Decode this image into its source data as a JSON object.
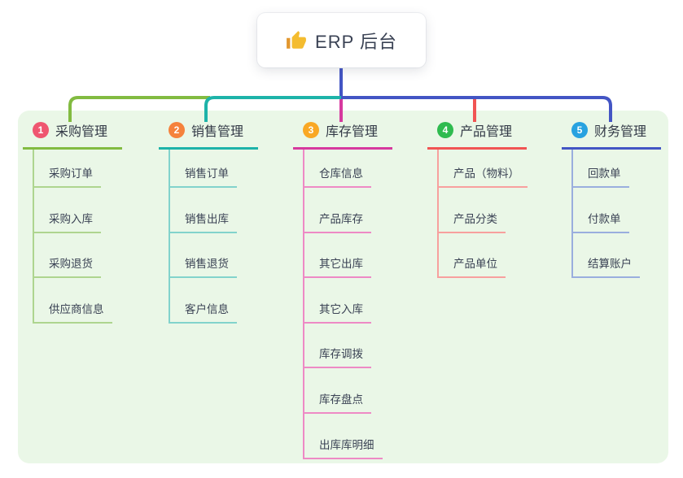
{
  "root": {
    "label": "ERP 后台",
    "icon": "thumbs-up-icon"
  },
  "colors": {
    "page_bg": "#ffffff",
    "panel_bg": "#eaf7e7",
    "root_line_color": "#4355c4",
    "root_card_bg": "#ffffff",
    "text_dark": "#3a4254"
  },
  "branches": [
    {
      "index": "1",
      "label": "采购管理",
      "badge_color": "#ef5670",
      "line_color": "#82bb41",
      "child_line_color": "#aed58f",
      "children": [
        "采购订单",
        "采购入库",
        "采购退货",
        "供应商信息"
      ]
    },
    {
      "index": "2",
      "label": "销售管理",
      "badge_color": "#f5823c",
      "line_color": "#1db3a9",
      "child_line_color": "#82d3cc",
      "children": [
        "销售订单",
        "销售出库",
        "销售退货",
        "客户信息"
      ]
    },
    {
      "index": "3",
      "label": "库存管理",
      "badge_color": "#f9a825",
      "line_color": "#d6399e",
      "child_line_color": "#ee8ac5",
      "children": [
        "仓库信息",
        "产品库存",
        "其它出库",
        "其它入库",
        "库存调拨",
        "库存盘点",
        "出库库明细"
      ]
    },
    {
      "index": "4",
      "label": "产品管理",
      "badge_color": "#2fbb4f",
      "line_color": "#f15453",
      "child_line_color": "#f8a09e",
      "children": [
        "产品（物料）",
        "产品分类",
        "产品单位"
      ]
    },
    {
      "index": "5",
      "label": "财务管理",
      "badge_color": "#28a2e0",
      "line_color": "#4355c4",
      "child_line_color": "#9aaede",
      "children": [
        "回款单",
        "付款单",
        "结算账户"
      ]
    }
  ]
}
